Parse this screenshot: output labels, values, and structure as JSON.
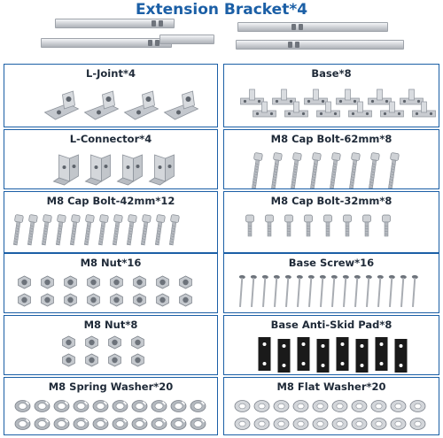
{
  "header": {
    "title": "Extension Bracket*4"
  },
  "panels": [
    {
      "label": "L-Joint*4",
      "icon": "l-joint-icon"
    },
    {
      "label": "Base*8",
      "icon": "base-icon"
    },
    {
      "label": "L-Connector*4",
      "icon": "l-connector-icon"
    },
    {
      "label": "M8 Cap Bolt-62mm*8",
      "icon": "long-bolt-icon"
    },
    {
      "label": "M8 Cap Bolt-42mm*12",
      "icon": "bolt-icon"
    },
    {
      "label": "M8 Cap Bolt-32mm*8",
      "icon": "short-bolt-icon"
    },
    {
      "label": "M8 Nut*16",
      "icon": "nut-icon"
    },
    {
      "label": "Base Screw*16",
      "icon": "screw-icon"
    },
    {
      "label": "M8 Nut*8",
      "icon": "nut-icon"
    },
    {
      "label": "Base Anti-Skid Pad*8",
      "icon": "pad-icon"
    },
    {
      "label": "M8 Spring Washer*20",
      "icon": "spring-washer-icon"
    },
    {
      "label": "M8 Flat Washer*20",
      "icon": "flat-washer-icon"
    }
  ],
  "colors": {
    "accent": "#1b5fa6",
    "metal": "#c9ccd1",
    "pad": "#1a1a1a"
  }
}
